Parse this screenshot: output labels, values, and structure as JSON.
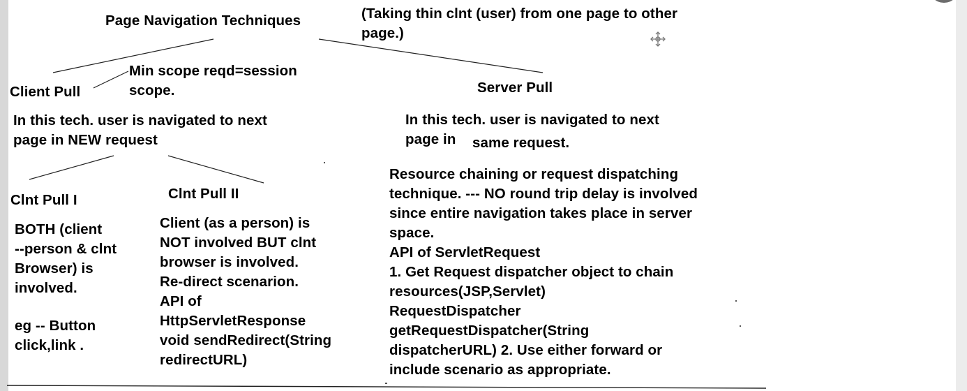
{
  "title": "Page Navigation Techniques",
  "subtitle": "(Taking thin clnt (user) from one page to other\npage.)",
  "client_pull": {
    "label": "Client Pull",
    "note": "Min scope reqd=session\nscope.",
    "desc": "In this tech. user is navigated to next\npage in NEW request",
    "pull1": {
      "label": "Clnt Pull I",
      "text1": "BOTH (client\n--person & clnt\nBrowser) is\ninvolved.",
      "text2": "eg -- Button\nclick,link ."
    },
    "pull2": {
      "label": "Clnt Pull II",
      "text": "Client (as a person) is\nNOT involved BUT clnt\nbrowser is involved.\nRe-direct scenarion.\nAPI of\nHttpServletResponse\nvoid sendRedirect(String\nredirectURL)"
    }
  },
  "server_pull": {
    "label": "Server Pull",
    "desc_line1": "In this tech. user is navigated to next",
    "desc_line2a": "page in",
    "desc_line2b": "same request.",
    "detail": "Resource chaining or request dispatching\ntechnique. --- NO round trip delay is involved\nsince entire navigation takes place in server\nspace.\nAPI of ServletRequest\n1. Get Request dispatcher object to chain\nresources(JSP,Servlet)\nRequestDispatcher\ngetRequestDispatcher(String\ndispatcherURL) 2. Use either forward or\ninclude scenario as appropriate."
  },
  "icons": {
    "cursor": "move-cursor-icon"
  },
  "colors": {
    "text": "#000000",
    "background": "#ffffff",
    "line": "#222222"
  }
}
